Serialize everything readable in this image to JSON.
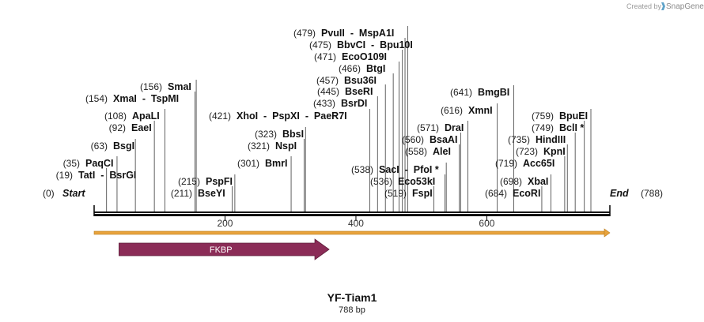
{
  "credit": {
    "prefix": "Created by",
    "brand": "SnapGene"
  },
  "sequence": {
    "name": "YF-Tiam1",
    "length_label": "788 bp",
    "length": 788
  },
  "ends": {
    "start_pos": "(0)",
    "start_label": "Start",
    "end_label": "End",
    "end_pos": "(788)"
  },
  "ticks": [
    {
      "pos": 200,
      "label": "200"
    },
    {
      "pos": 400,
      "label": "400"
    },
    {
      "pos": 600,
      "label": "600"
    }
  ],
  "features": [
    {
      "name": "FKBP",
      "start": 38,
      "end": 359,
      "color": "#8b2c57"
    }
  ],
  "orf_color": "#e8a33d",
  "sites": [
    {
      "pos": 19,
      "pos_label": "(19)",
      "name": "TatI  -  BsrGI"
    },
    {
      "pos": 35,
      "pos_label": "(35)",
      "name": "PaqCI"
    },
    {
      "pos": 63,
      "pos_label": "(63)",
      "name": "BsgI"
    },
    {
      "pos": 92,
      "pos_label": "(92)",
      "name": "EaeI"
    },
    {
      "pos": 108,
      "pos_label": "(108)",
      "name": "ApaLI"
    },
    {
      "pos": 154,
      "pos_label": "(154)",
      "name": "XmaI  -  TspMI"
    },
    {
      "pos": 156,
      "pos_label": "(156)",
      "name": "SmaI"
    },
    {
      "pos": 211,
      "pos_label": "(211)",
      "name": "BseYI"
    },
    {
      "pos": 215,
      "pos_label": "(215)",
      "name": "PspFI"
    },
    {
      "pos": 301,
      "pos_label": "(301)",
      "name": "BmrI"
    },
    {
      "pos": 321,
      "pos_label": "(321)",
      "name": "NspI"
    },
    {
      "pos": 323,
      "pos_label": "(323)",
      "name": "BbsI"
    },
    {
      "pos": 421,
      "pos_label": "(421)",
      "name": "XhoI  -  PspXI  -  PaeR7I"
    },
    {
      "pos": 433,
      "pos_label": "(433)",
      "name": "BsrDI"
    },
    {
      "pos": 445,
      "pos_label": "(445)",
      "name": "BseRI"
    },
    {
      "pos": 457,
      "pos_label": "(457)",
      "name": "Bsu36I"
    },
    {
      "pos": 466,
      "pos_label": "(466)",
      "name": "BtgI"
    },
    {
      "pos": 471,
      "pos_label": "(471)",
      "name": "EcoO109I"
    },
    {
      "pos": 475,
      "pos_label": "(475)",
      "name": "BbvCI  -  Bpu10I"
    },
    {
      "pos": 479,
      "pos_label": "(479)",
      "name": "PvuII  -  MspA1I"
    },
    {
      "pos": 519,
      "pos_label": "(519)",
      "name": "FspI"
    },
    {
      "pos": 536,
      "pos_label": "(536)",
      "name": "Eco53kI"
    },
    {
      "pos": 538,
      "pos_label": "(538)",
      "name": "SacI  -  PfoI *"
    },
    {
      "pos": 558,
      "pos_label": "(558)",
      "name": "AleI"
    },
    {
      "pos": 560,
      "pos_label": "(560)",
      "name": "BsaAI"
    },
    {
      "pos": 571,
      "pos_label": "(571)",
      "name": "DraI"
    },
    {
      "pos": 616,
      "pos_label": "(616)",
      "name": "XmnI"
    },
    {
      "pos": 641,
      "pos_label": "(641)",
      "name": "BmgBI"
    },
    {
      "pos": 684,
      "pos_label": "(684)",
      "name": "EcoRI"
    },
    {
      "pos": 698,
      "pos_label": "(698)",
      "name": "XbaI"
    },
    {
      "pos": 719,
      "pos_label": "(719)",
      "name": "Acc65I"
    },
    {
      "pos": 723,
      "pos_label": "(723)",
      "name": "KpnI"
    },
    {
      "pos": 735,
      "pos_label": "(735)",
      "name": "HindIII"
    },
    {
      "pos": 749,
      "pos_label": "(749)",
      "name": "BclI *"
    },
    {
      "pos": 759,
      "pos_label": "(759)",
      "name": "BpuEI"
    }
  ]
}
